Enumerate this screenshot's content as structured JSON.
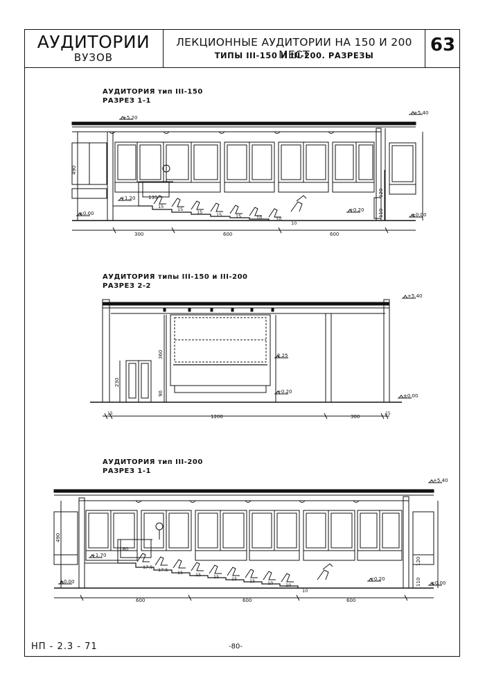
{
  "header": {
    "title": "АУДИТОРИИ",
    "subtitle": "ВУЗОВ",
    "main_title": "ЛЕКЦИОННЫЕ АУДИТОРИИ НА 150 И 200 МЕСТ",
    "sub_title": "ТИПЫ III-150 И III-200. РАЗРЕЗЫ",
    "page": "63"
  },
  "sections": [
    {
      "caption1": "АУДИТОРИЯ тип III-150",
      "caption2": "РАЗРЕЗ 1-1",
      "lv_top": "+5.40",
      "lv_ceil": "+5.20",
      "lv_floor": "±0.00",
      "lv_stage": "+1.20",
      "lv_low": "+0.20",
      "lv_right": "±0.00",
      "h_win": "490",
      "h_right": "120",
      "h_sill": "110",
      "h_stage": "135",
      "steps": [
        "15",
        "15",
        "15",
        "15",
        "15",
        "10",
        "10",
        "10"
      ],
      "dims": [
        "300",
        "600",
        "600"
      ]
    },
    {
      "caption1": "АУДИТОРИЯ типы III-150 и III-200",
      "caption2": "РАЗРЕЗ 2-2",
      "lv_top": "+5.40",
      "lv_mid": "2.25",
      "lv_low": "+0.20",
      "lv_floor": "±0.00",
      "h_screen": "360",
      "h_door": "230",
      "h_base": "90",
      "dims": [
        "15",
        "1200",
        "300",
        "15"
      ]
    },
    {
      "caption1": "АУДИТОРИЯ тип III-200",
      "caption2": "РАЗРЕЗ 1-1",
      "lv_top": "+5.40",
      "lv_floor": "±0.00",
      "lv_stage": "+1.70",
      "lv_low": "+0.20",
      "lv_right": "±0.00",
      "h_win": "490",
      "h_right": "120",
      "h_sill": "110",
      "h_stage": "180",
      "steps": [
        "17.5",
        "17.5",
        "15",
        "15",
        "15",
        "15",
        "15",
        "10",
        "10",
        "10"
      ],
      "dims": [
        "600",
        "600",
        "600"
      ]
    }
  ],
  "footer": {
    "code": "НП - 2.3 - 71",
    "page_num": "-80-"
  }
}
